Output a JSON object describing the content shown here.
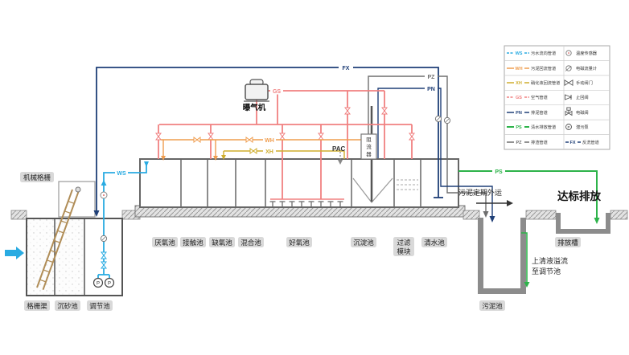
{
  "colors": {
    "ws": "#29abe2",
    "wh": "#ef9d4f",
    "xh": "#cfae2e",
    "gs": "#f08080",
    "pn": "#1f3f77",
    "pz": "#6e6e6e",
    "ps": "#2db34a",
    "fx": "#1f3f77",
    "badge_bg": "#d9d9d9",
    "ground": "#9a9a9a"
  },
  "pipes": {
    "ws": "WS",
    "wh": "WH",
    "xh": "XH",
    "gs": "GS",
    "pn": "PN",
    "ps": "PS",
    "pz": "PZ",
    "fx": "FX",
    "pac": "PAC"
  },
  "tanks": {
    "screen_channel": "格栅渠",
    "grit": "沉砂池",
    "regulating": "调节池",
    "anaerobic": "厌氧池",
    "contact": "接触池",
    "anoxic": "缺氧池",
    "mixing": "混合池",
    "aerobic": "好氧池",
    "sedimentation": "沉淀池",
    "filter": [
      "过滤",
      "模块"
    ],
    "clean_water": "清水池",
    "sludge": "污泥池",
    "discharge_trough": "排放槽"
  },
  "equipment": {
    "mechanical_screen": "机械格栅",
    "aerator": "曝气机",
    "baffle": [
      "阻",
      "流",
      "器"
    ],
    "pump_letter": "P"
  },
  "annotations": {
    "standard_discharge": "达标排放",
    "sludge_removal": "污泥定期外运",
    "supernatant": [
      "上清液溢流",
      "至调节池"
    ]
  },
  "legend": {
    "rows": [
      {
        "code": "WS",
        "label": "污水流向管道",
        "right": "温度传感器"
      },
      {
        "code": "WH",
        "label": "污泥回流管道",
        "right": "电磁流量计"
      },
      {
        "code": "XH",
        "label": "硝化液回流管道",
        "right": "手动阀门"
      },
      {
        "code": "GS",
        "label": "空气管道",
        "right": "止回阀"
      },
      {
        "code": "PN",
        "label": "排泥管道",
        "right": "电磁阀"
      },
      {
        "code": "PS",
        "label": "清水排放管道",
        "right": "潜污泵"
      },
      {
        "code": "PZ",
        "label": "排渣管道",
        "right_code": "FX",
        "right": "反洗管道"
      }
    ]
  }
}
